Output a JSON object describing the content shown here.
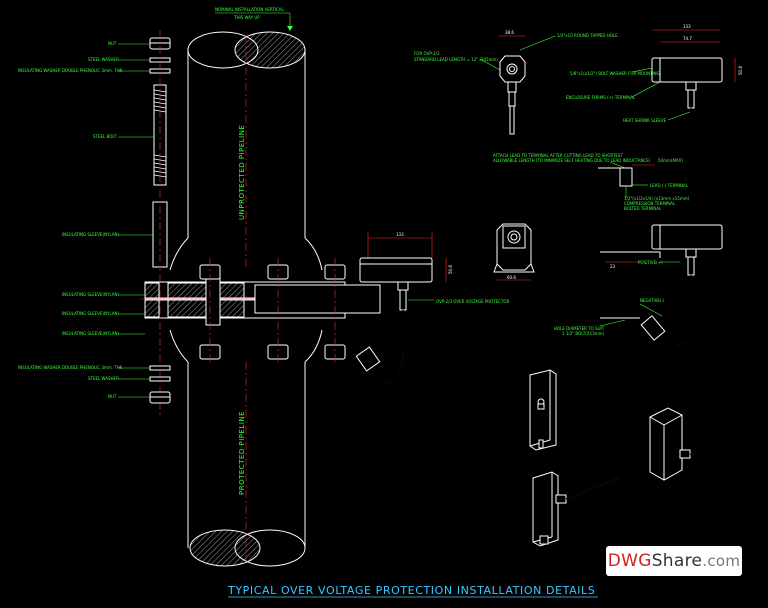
{
  "drawing": {
    "title": "TYPICAL OVER VOLTAGE PROTECTION INSTALLATION DETAILS",
    "top_note_1": "NOMINAL INSTALLATION VERTICAL",
    "top_note_2": "THIS WAY UP",
    "pipe_upper_label": "UNPROTECTED PIPELINE",
    "pipe_lower_label": "PROTECTED PIPELINE",
    "left_labels": {
      "nut_top": "NUT",
      "steel_washer_top": "STEEL WASHER",
      "insulating_washer_top": "INSULATING WASHER DOUBLE PHENOLIC 3mm. THK",
      "steel_bolt": "STEEL BOLT",
      "insulating_sleeve_1": "INSULATING SLEEVE(NYLAN)",
      "insulating_sleeve_2": "INSULATING SLEEVE(NYLAN)",
      "insulating_sleeve_3": "INSULATING SLEEVE(NYLAN)",
      "insulating_sleeve_4": "INSULATING SLEEVE(NYLAN)",
      "insulating_washer_bottom": "INSULATING WASHER DOUBLE PHENOLIC 3mm. THK",
      "steel_washer_bottom": "STEEL WASHER",
      "nut_bottom": "NUT"
    },
    "ovp_label": "OVP-2/3 OVER VOLTAGE PROTECTOR",
    "right_labels": {
      "for_ovp": "FOR OVP-2/3",
      "standard_lead": "STANDARD LEAD LENGTH = 12\" (305mm)",
      "round_tapped_hole": "1/2\"x10 ROUND TAPPED HOLE",
      "bolt_washer": "5/8\"x1(x1/2\") BOLT WASHER FOR MOUNTING",
      "enclosure_form": "ENCLOSURE FORMS (+) TERMINAL",
      "heat_shrink": "HEAT SHRINK SLEEVE",
      "attach_lead": "ATTACH LEAD TO TERMINAL AFTER CUTTING LEAD TO SHORTEST ALLOWABLE LENGTH (TO MINIMIZE SELF HEATING DUE TO LEAD INDUCTANCE)",
      "ref_cable": "50mm(MAX)",
      "lead_terminal": "LEAD (-) TERMINAL",
      "compression_terminal": "1/2\"(x1/2x1/4) (x13mm x15mm) COMPRESSION TERMINAL BOLTED TERMINAL",
      "positive": "POSITIVE(+)",
      "negative": "NEGATIVE(-)",
      "hole_note": "HOLE DIAMETER TO SUIT 1 1/2\" BOLT(X13mm)"
    },
    "dimensions": {
      "top_width": "133",
      "top_inner": "74.7",
      "top_height": "50.8",
      "nut_width": "38.6",
      "mid_width": "133",
      "mid_height": "50.8",
      "front_width": "60.6",
      "pos_dim": "23"
    },
    "watermark": {
      "part1": "DWG",
      "part2": "Share",
      "part3": ".com"
    }
  }
}
